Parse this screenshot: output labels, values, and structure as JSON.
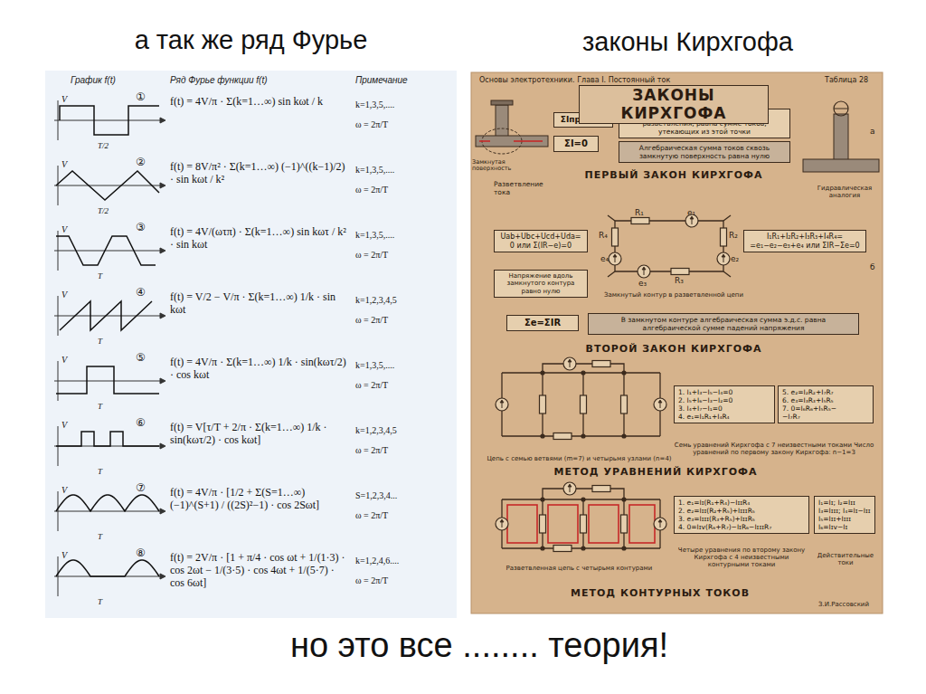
{
  "diagram": {
    "caption": "но это все ........ теория!",
    "nodes": [
      {
        "text": [
          "а так же ряд Фурье"
        ]
      },
      {
        "text": [
          "законы Кирхгофа"
        ]
      },
      {
        "text": [
          "ΣIпр=ΣIут"
        ],
        "in": 1
      },
      {
        "text": [
          "Сумма токов, притекающих к точке разветвления, равна сумме токов, утекающих из этой точки"
        ],
        "in": 1
      },
      {
        "text": [
          "ΣI=0"
        ],
        "in": 1
      },
      {
        "text": [
          "Алгебраическая сумма токов сквозь замкнутую поверхность равна нулю"
        ],
        "in": 1
      },
      {
        "text": [
          "Uab+Ubc+Ucd+Uda=0 или Σ(IR−e)=0"
        ],
        "in": 1
      },
      {
        "text": [
          "Напряжение вдоль замкнутого контура равно нулю"
        ],
        "in": 1
      },
      {
        "text": [
          "I₁R₁+I₂R₂+I₃R₃+I₄R₄= =e₁−e₂−e₃+e₄ или ΣIR−Σe=0"
        ],
        "in": 1
      },
      {
        "text": [
          "Σe=ΣIR"
        ],
        "in": 1
      },
      {
        "text": [
          "В замкнутом контуре алгебраическая сумма э.д.с. равна алгебраической сумме падений напряжения"
        ],
        "in": 1
      },
      {
        "text": [
          "1. I₁+I₃−I₅−I₄=0",
          "2. I₅+I₆−I₃−I₂=0",
          "3. I₄+I₇−I₁=0",
          "4. e₁=I₁R₁+I₄R₄"
        ],
        "in": 1
      },
      {
        "text": [
          "5. e₂=I₂R₂+I₇R₇",
          "6. e₃=I₃R₃+I₅R₅",
          "7. 0=I₆R₆+I₅R₅−",
          "−I₇R₇"
        ],
        "in": 1
      },
      {
        "text": [
          "1. e₁=Iɪ(R₁+R₄)−IɪɪR₄",
          "2. e₂=Iɪɪ(R₂+R₅)+IɪɪɪR₅",
          "3. e₃=Iɪɪɪ(R₃+R₅)+IɪɪR₅",
          "4. 0=Iɪᴠ(R₆+R₇)−IɪR₆−IɪɪɪR₇"
        ],
        "in": 1
      },
      {
        "text": [
          "I₁=Iɪ; I₂=Iɪɪ",
          "I₃=Iɪɪɪ; I₄=Iɪ−Iɪɪ",
          "I₅=Iɪɪ+Iɪɪɪ",
          "I₆=Iɪᴠ−Iɪ"
        ],
        "in": 1
      }
    ],
    "labels": [
      "График f(t)",
      "Ряд Фурье функции f(t)",
      "Примечание",
      "①",
      "V",
      "T/2",
      "f(t) = 4V/π · Σ(k=1…∞) sin kωt / k",
      "k=1,3,5,....",
      "ω = 2π/T",
      "②",
      "V",
      "T/2",
      "f(t) = 8V/π² · Σ(k=1…∞) (−1)^((k−1)/2) · sin kωt / k²",
      "k=1,3,5,....",
      "ω = 2π/T",
      "③",
      "V",
      "T",
      "f(t) = 4V/(ωτπ) · Σ(k=1…∞) sin kωτ / k² · sin kωt",
      "k=1,3,5,....",
      "ω = 2π/T",
      "④",
      "V",
      "T",
      "f(t) = V/2 − V/π · Σ(k=1…∞) 1/k · sin kωt",
      "k=1,2,3,4,5",
      "ω = 2π/T",
      "⑤",
      "V",
      "T",
      "f(t) = 4V/π · Σ(k=1…∞) 1/k · sin(kωτ/2) · cos kωt",
      "k=1,3,5,....",
      "ω = 2π/T",
      "⑥",
      "V",
      "T",
      "f(t) = V[τ/T + 2/π · Σ(k=1…∞) 1/k · sin(kωτ/2) · cos kωt]",
      "k=1,2,3,4,5",
      "ω = 2π/T",
      "⑦",
      "V",
      "T",
      "f(t) = 4V/π · [1/2 + Σ(S=1…∞) (−1)^(S+1) / ((2S)²−1) · cos 2Sωt]",
      "S=1,2,3,4...",
      "ω = 2π/T",
      "⑧",
      "V",
      "T",
      "f(t) = 2V/π · [1 + π/4 · cos ωt + 1/(1·3) · cos 2ωt − 1/(3·5) · cos 4ωt + 1/(5·7) · cos 6ωt]",
      "k=1,2,4,6....",
      "ω = 2π/T",
      "Основы электротехники. Глава I. Постоянный ток",
      "Таблица 28",
      "ЗАКОНЫ КИРХГОФА",
      "ПЕРВЫЙ ЗАКОН КИРХГОФА",
      "Замкнутая поверхность",
      "Разветвление тока",
      "Гидравлическая аналогия",
      "а",
      "R₁",
      "e₁",
      "R₂",
      "e₂",
      "R₃",
      "e₃",
      "R₄",
      "e₄",
      "Замкнутый контур в разветвленной цепи",
      "б",
      "ВТОРОЙ ЗАКОН КИРХГОФА",
      "Цепь с семью ветвями (m=7) и четырьмя узлами (n=4)",
      "Семь уравнений Кирхгофа с 7 неизвестными токами Число уравнений по первому закону Кирхгофа: n−1=3",
      "МЕТОД УРАВНЕНИЙ КИРХГОФА",
      "Разветвленная цепь с четырьмя контурами",
      "Четыре уравнения по второму закону Кирхгофа с 4 неизвестными контурными токами",
      "Действительные токи",
      "МЕТОД КОНТУРНЫХ ТОКОВ",
      "З.И.Рассовский"
    ]
  }
}
